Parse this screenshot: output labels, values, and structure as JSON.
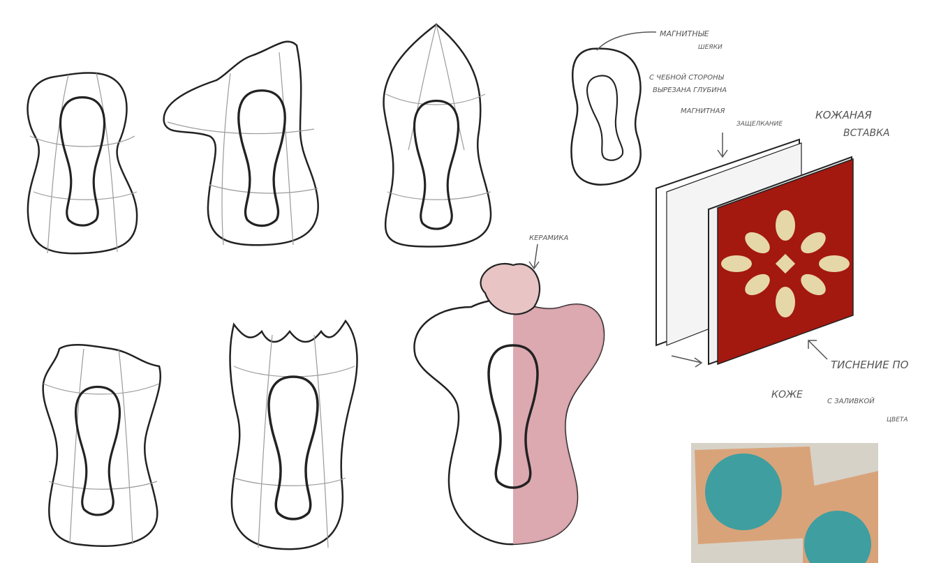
{
  "annotations": {
    "magnet_top": "МАГНИТНЫЕ",
    "magnet_top_2": "ШЕЯКИ",
    "clip_1": "С ЧЕБНОЙ СТОРОНЫ",
    "clip_2": "ВЫРЕЗАНА ГЛУБИНА",
    "magnet_mid": "МАГНИТНАЯ",
    "magnet_mid_2": "ЗАЩЕЛКАНИЕ",
    "leather_1": "КОЖАНАЯ",
    "leather_2": "ВСТАВКА",
    "ceramic": "КЕРАМИКА",
    "embossing": "ТИСНЕНИЕ ПО",
    "embossing_2": "КОЖЕ",
    "embossing_3": "С ЗАЛИВКОЙ",
    "embossing_4": "ЦВЕТА"
  },
  "colors": {
    "leather_red": "#a3180f",
    "ornament": "#e6d7a8",
    "ceramic_pink": "#d8a0a8",
    "sketch_line": "#222222",
    "guide_line": "#9a9a9a",
    "photo_leather": "#d9a37a",
    "photo_teal": "#3f9ea0"
  }
}
